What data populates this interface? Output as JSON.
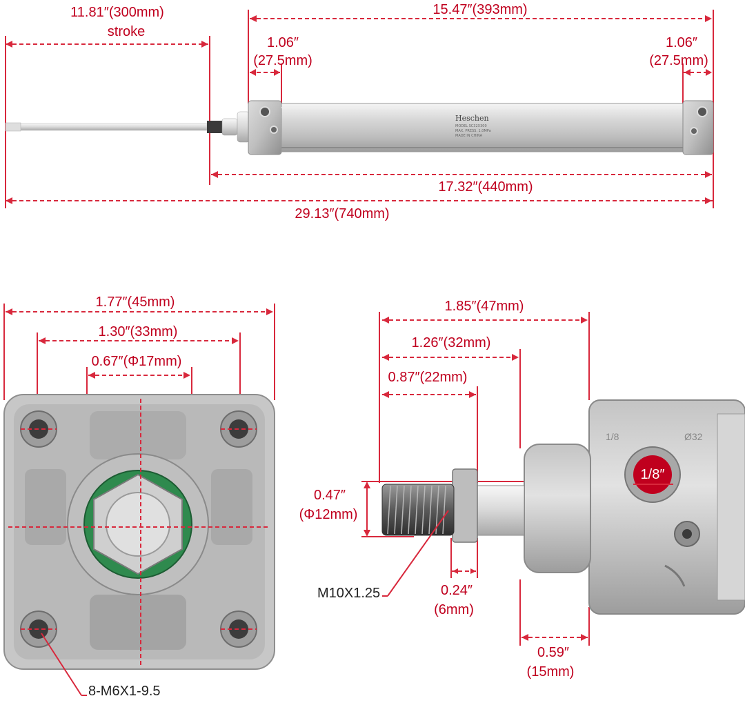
{
  "top_view": {
    "stroke_value": "11.81″(300mm)",
    "stroke_label": "stroke",
    "body_length": "15.47″(393mm)",
    "left_cap_in": "1.06″",
    "left_cap_mm": "(27.5mm)",
    "right_cap_in": "1.06″",
    "right_cap_mm": "(27.5mm)",
    "retracted_length": "17.32″(440mm)",
    "extended_length": "29.13″(740mm)",
    "brand": "Heschen",
    "model": "MODEL SC32X300",
    "pressure": "MAX. PRESS.  1.0MPa",
    "origin": "MADE  IN  CHINA"
  },
  "front_view": {
    "width_total": "1.77″(45mm)",
    "hole_spacing": "1.30″(33mm)",
    "boss_diameter": "0.67″(Φ17mm)",
    "screw_spec": "8-M6X1-9.5"
  },
  "side_view": {
    "rod_extension": "1.85″(47mm)",
    "to_cap": "1.26″(32mm)",
    "thread_length": "0.87″(22mm)",
    "rod_dia_in": "0.47″",
    "rod_dia_mm": "(Φ12mm)",
    "thread_spec": "M10X1.25",
    "nut_in": "0.24″",
    "nut_mm": "(6mm)",
    "cap_in": "0.59″",
    "cap_mm": "(15mm)",
    "port_size": "1/8″",
    "cap_mark_left": "1/8",
    "cap_mark_right": "Ø32"
  },
  "colors": {
    "dimension": "#c0001e",
    "metal": "#c9c9c9",
    "seal": "#2f8a4e"
  }
}
